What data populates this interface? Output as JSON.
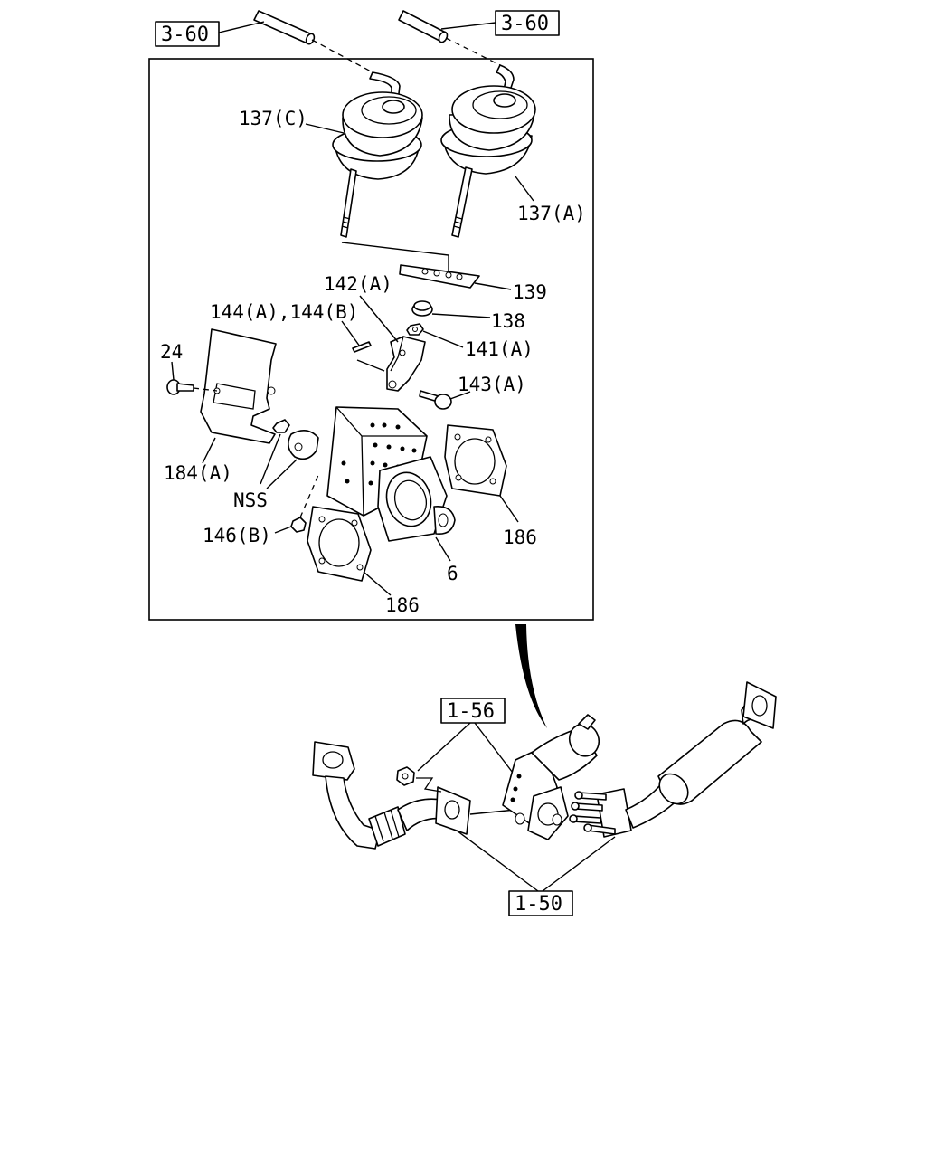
{
  "refs": {
    "ref_top_left": "3-60",
    "ref_top_right": "3-60",
    "ref_exhaust_valve": "1-56",
    "ref_exhaust_pipe": "1-50"
  },
  "labels": {
    "actuator_c": "137(C)",
    "actuator_a": "137(A)",
    "gasket_139": "139",
    "lever_142a": "142(A)",
    "pin_144": "144(A),144(B)",
    "seal_138": "138",
    "nut_141a": "141(A)",
    "bolt_24": "24",
    "bolt_143a": "143(A)",
    "bracket_184a": "184(A)",
    "nss": "NSS",
    "gasket_186_right": "186",
    "valve_body_6": "6",
    "nut_146b": "146(B)",
    "gasket_186_bottom": "186"
  }
}
